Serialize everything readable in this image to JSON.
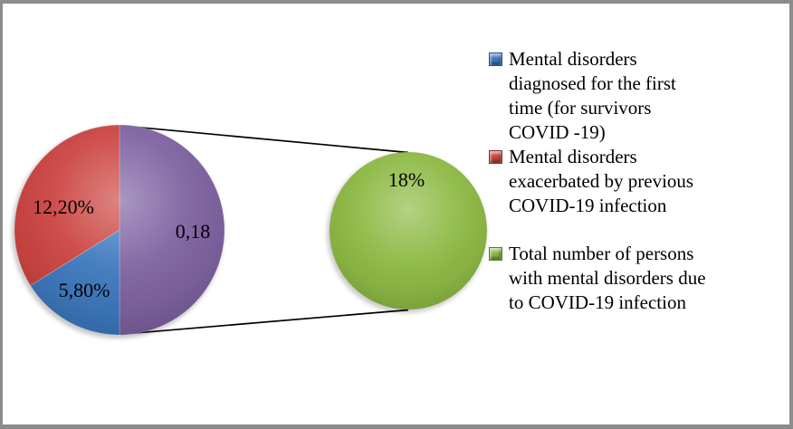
{
  "chart_data": {
    "type": "pie",
    "subtype": "pie-of-pie",
    "title": "",
    "legend_position": "right",
    "main_pie": {
      "slices": [
        {
          "name": "Total number of persons with mental disorders due to COVID-19 infection",
          "display_label": "0,18",
          "value_pct": 18.0,
          "color": "#7E62A1"
        },
        {
          "name": "Mental disorders diagnosed for the first time (for survivors COVID -19)",
          "display_label": "5,80%",
          "value_pct": 5.8,
          "color": "#3D78BE"
        },
        {
          "name": "Mental disorders exacerbated by previous COVID-19 infection",
          "display_label": "12,20%",
          "value_pct": 12.2,
          "color": "#CB4441"
        }
      ]
    },
    "secondary_pie": {
      "name": "Total number of persons with mental disorders due to COVID-19 infection",
      "display_label": "18%",
      "value_pct": 18.0,
      "color": "#8DBA45"
    },
    "connector_color": "#000000"
  },
  "legend": {
    "items": [
      {
        "color": "#3D78BE",
        "label": "Mental disorders diagnosed for the first time (for survivors COVID -19)",
        "lines": [
          "Mental disorders",
          "diagnosed for the first",
          "time (for survivors",
          "COVID -19)"
        ]
      },
      {
        "color": "#CB4441",
        "label": "Mental disorders exacerbated by previous COVID-19 infection",
        "lines": [
          "Mental disorders",
          "exacerbated by previous",
          "COVID-19 infection"
        ]
      },
      {
        "color": "#8DBA45",
        "label": "Total number of persons with mental disorders due to COVID-19 infection",
        "lines": [
          "Total number of persons",
          "with mental disorders due",
          "to COVID-19 infection"
        ]
      }
    ]
  },
  "frame": {
    "border_color": "#8C8C8C",
    "background": "#FFFFFF"
  }
}
